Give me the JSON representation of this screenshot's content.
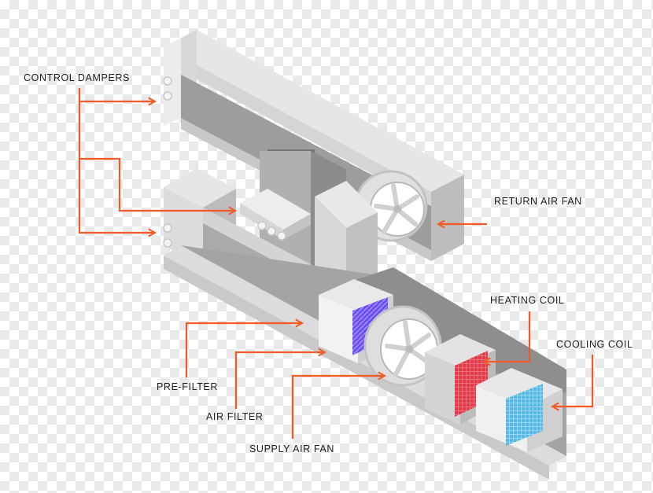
{
  "labels": {
    "control_dampers": "CONTROL DAMPERS",
    "return_air_fan": "RETURN AIR FAN",
    "heating_coil": "HEATING COIL",
    "cooling_coil": "COOLING COIL",
    "pre_filter": "PRE-FILTER",
    "air_filter": "AIR FILTER",
    "supply_air_fan": "SUPPLY AIR FAN"
  },
  "colors": {
    "arrow": "#f15a24",
    "pre_filter_panel": "#6b4ff0",
    "heating_coil_panel": "#e23c4a",
    "cooling_coil_panel": "#58b8e4",
    "duct_top": "#e3e3e3",
    "duct_side": "#cfcfcf",
    "duct_interior": "#9b9b9b"
  }
}
